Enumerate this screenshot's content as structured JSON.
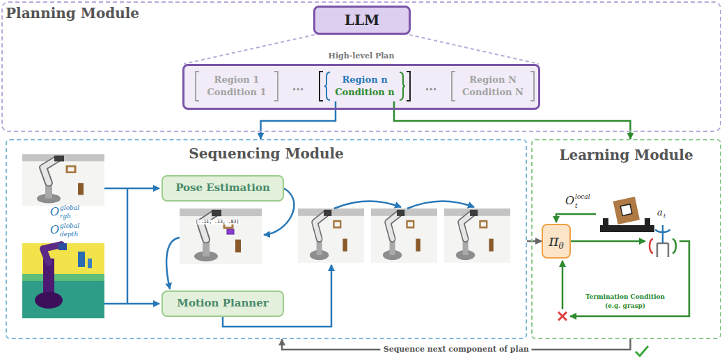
{
  "diagram": {
    "nodes": [
      {
        "text": [
          "Planning Module"
        ]
      },
      {
        "text": [
          "LLM"
        ],
        "in": 0
      },
      {
        "text": [
          "High-level Plan"
        ],
        "in": 0
      },
      {
        "text": [
          "Region 1",
          "Condition 1"
        ],
        "in": 2
      },
      {
        "text": [
          "Region n",
          "Condition n"
        ],
        "in": 2
      },
      {
        "text": [
          "Region N",
          "Condition N"
        ],
        "in": 2
      },
      {
        "text": [
          "Sequencing Module"
        ]
      },
      {
        "text": [
          "Pose Estimation"
        ],
        "in": 6
      },
      {
        "text": [
          "Motion Planner"
        ],
        "in": 6
      },
      {
        "text": [
          "Learning Module"
        ]
      },
      {
        "text": [
          "π",
          "θ"
        ],
        "in": 9
      }
    ],
    "edges": [
      {
        "from": 4,
        "to": 6,
        "arrow": "to"
      },
      {
        "from": 4,
        "to": 9,
        "arrow": "to"
      },
      {
        "from": 6,
        "to": 10,
        "arrow": "to"
      },
      {
        "from": 9,
        "to": 6,
        "label": "Sequence next component of plan",
        "arrow": "to"
      }
    ],
    "labels": [
      "...",
      "...",
      "O",
      "global",
      "rgb",
      "O",
      "global",
      "depth",
      "[-.11, .13, .83]",
      "O",
      "local",
      "t",
      "a",
      "t",
      "Termination Condition",
      "(e.g. grasp)"
    ]
  }
}
